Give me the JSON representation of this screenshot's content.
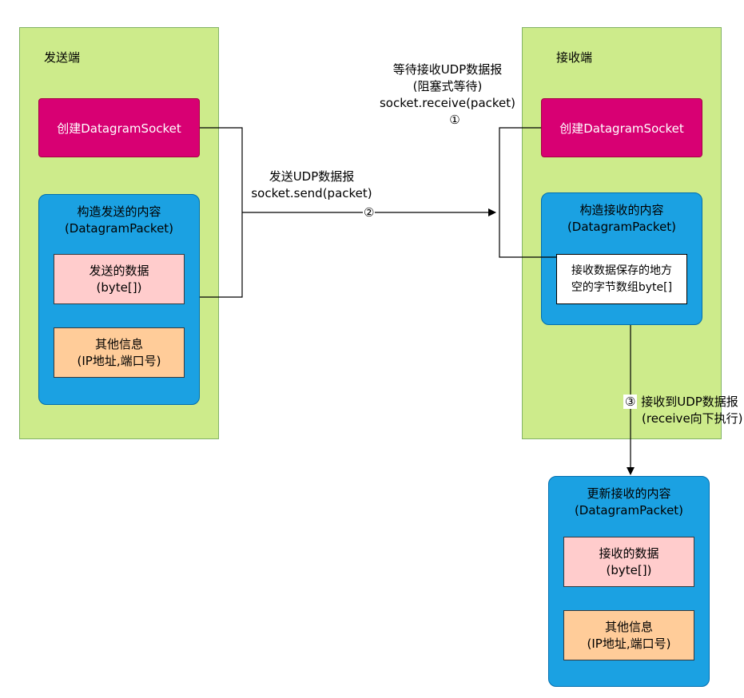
{
  "sender": {
    "title": "发送端",
    "socket_label": "创建DatagramSocket",
    "packet": {
      "title_line1": "构造发送的内容",
      "title_line2": "(DatagramPacket)",
      "data_line1": "发送的数据",
      "data_line2": "(byte[])",
      "info_line1": "其他信息",
      "info_line2": "(IP地址,端口号)"
    }
  },
  "receiver": {
    "title": "接收端",
    "socket_label": "创建DatagramSocket",
    "packet": {
      "title_line1": "构造接收的内容",
      "title_line2": "(DatagramPacket)",
      "buffer_line1": "接收数据保存的地方",
      "buffer_line2": "空的字节数组byte[]"
    }
  },
  "edges": {
    "wait": {
      "line1": "等待接收UDP数据报",
      "line2": "(阻塞式等待)",
      "line3": "socket.receive(packet)",
      "step": "①"
    },
    "send": {
      "line1": "发送UDP数据报",
      "line2": "socket.send(packet)",
      "step": "②"
    },
    "received": {
      "step": "③",
      "line1": "接收到UDP数据报",
      "line2": "(receive向下执行)"
    }
  },
  "result_packet": {
    "title_line1": "更新接收的内容",
    "title_line2": "(DatagramPacket)",
    "data_line1": "接收的数据",
    "data_line2": "(byte[])",
    "info_line1": "其他信息",
    "info_line2": "(IP地址,端口号)"
  },
  "colors": {
    "panel_fill": "#cdeb8b",
    "socket_fill": "#d80073",
    "packet_fill": "#1ba1e2",
    "data_fill": "#ffcccc",
    "info_fill": "#ffcc99"
  }
}
